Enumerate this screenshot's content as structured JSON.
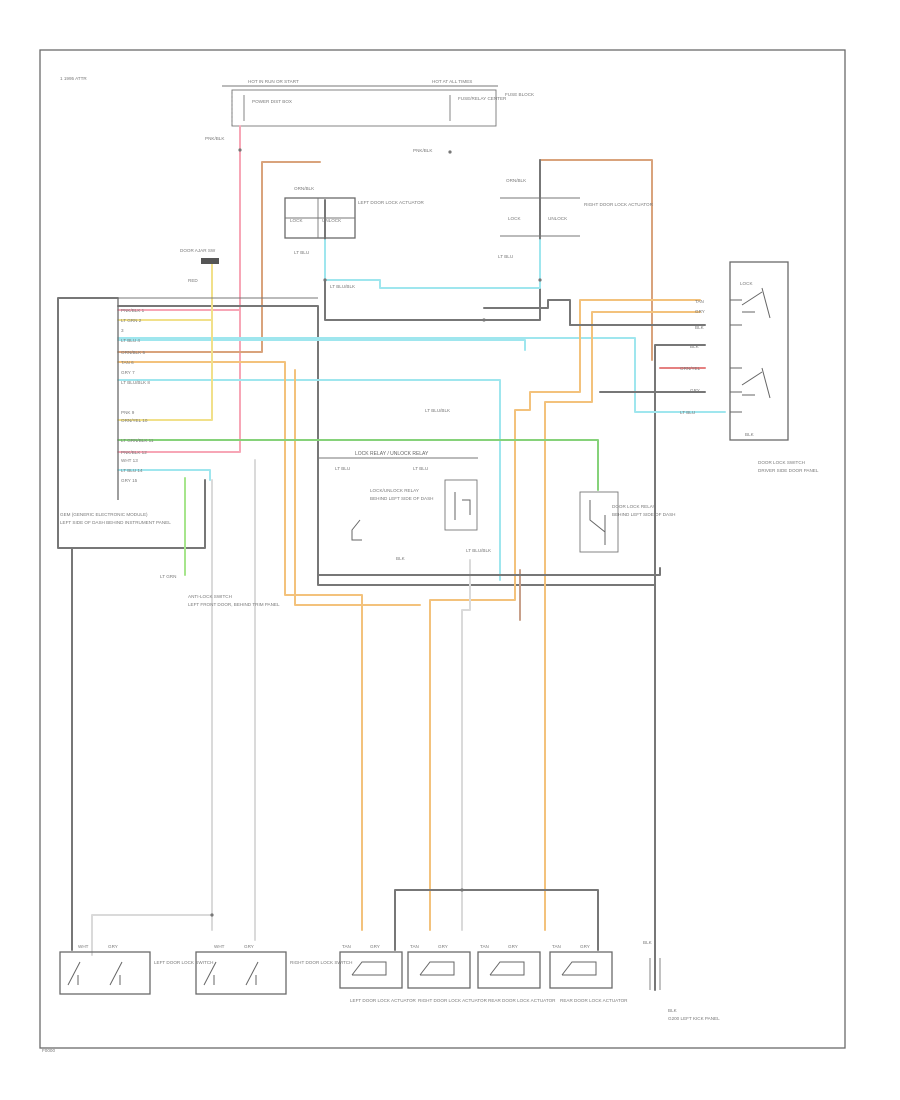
{
  "header": {
    "title": "1 1995 ATTR"
  },
  "footer": {
    "code": "F0000"
  },
  "colors": {
    "pink": "#f7a6b6",
    "tan": "#d9a37c",
    "orange": "#f3c27c",
    "cyan": "#9fe6ee",
    "green": "#86d27a",
    "lightgreen": "#a6e58c",
    "yellow": "#f1e08a",
    "gray": "#7a7a7a",
    "white": "#dadada",
    "brown": "#c8a08a",
    "dark": "#555555"
  },
  "labels": {
    "fuse_top_left": "HOT IN RUN OR START",
    "fuse_top_right": "HOT AT ALL TIMES",
    "fuse_left_box": "POWER DIST BOX",
    "fuse_right_box": "FUSE/RELAY CENTER",
    "fuse_right_side": "FUSE BLOCK",
    "pnk_left": "PNK/BLK",
    "pnk_right": "PNK/BLK",
    "or_left": "ORN/BLK",
    "or_right": "ORN/BLK",
    "lf_actuator": "LEFT DOOR LOCK ACTUATOR",
    "rf_actuator": "RIGHT DOOR LOCK ACTUATOR",
    "lock": "LOCK",
    "unlock": "UNLOCK",
    "ltblu": "LT BLU",
    "ltblu_blk": "LT BLU/BLK",
    "door_ajar": "DOOR AJAR SW",
    "door_ajar_sub": "RED",
    "module_left": "GEM (GENERIC ELECTRONIC MODULE)",
    "module_left_sub": "LEFT SIDE OF DASH BEHIND INSTRUMENT PANEL",
    "lower_left_switch": "ANTI-LOCK SWITCH",
    "lower_left_switch_sub": "LEFT FRONT DOOR, BEHIND TRIM PANEL",
    "lt_grn": "LT GRN",
    "relay_box": "LOCK/UNLOCK RELAY",
    "relay_sub": "BEHIND LEFT SIDE OF DASH",
    "door_lock_relay": "DOOR LOCK RELAY",
    "door_lock_relay_sub": "BEHIND LEFT SIDE OF DASH",
    "relay_module": "LOCK RELAY / UNLOCK RELAY",
    "right_switch": "DOOR LOCK SWITCH",
    "right_switch_sub": "DRIVER SIDE DOOR PANEL",
    "ground": "BLK",
    "ground_label": "G200 LEFT KICK PANEL",
    "actuators": [
      {
        "label": "LEFT DOOR LOCK ACTUATOR",
        "l1": "TAN",
        "l2": "GRY"
      },
      {
        "label": "RIGHT DOOR LOCK ACTUATOR",
        "l1": "TAN",
        "l2": "GRY"
      },
      {
        "label": "REAR DOOR LOCK ACTUATOR",
        "l1": "TAN",
        "l2": "GRY"
      },
      {
        "label": "REAR DOOR LOCK ACTUATOR",
        "l1": "TAN",
        "l2": "GRY"
      }
    ],
    "lower_switches": [
      {
        "label": "LEFT DOOR LOCK SWITCH",
        "l1": "WHT",
        "l2": "GRY"
      },
      {
        "label": "RIGHT DOOR LOCK SWITCH",
        "l1": "WHT",
        "l2": "GRY"
      }
    ],
    "module_pins": [
      "PNK/BLK 1",
      "LT GRN 2",
      "3",
      "LT BLU 4",
      "ORN/BLK 5",
      "TAN 6",
      "GRY 7",
      "LT BLU/BLK 8",
      "PNK 9",
      "ORN/YEL 10",
      "LT GRN/BLK 11",
      "PNK/BLK 12",
      "WHT 13",
      "LT BLU 14",
      "GRY 15"
    ]
  }
}
